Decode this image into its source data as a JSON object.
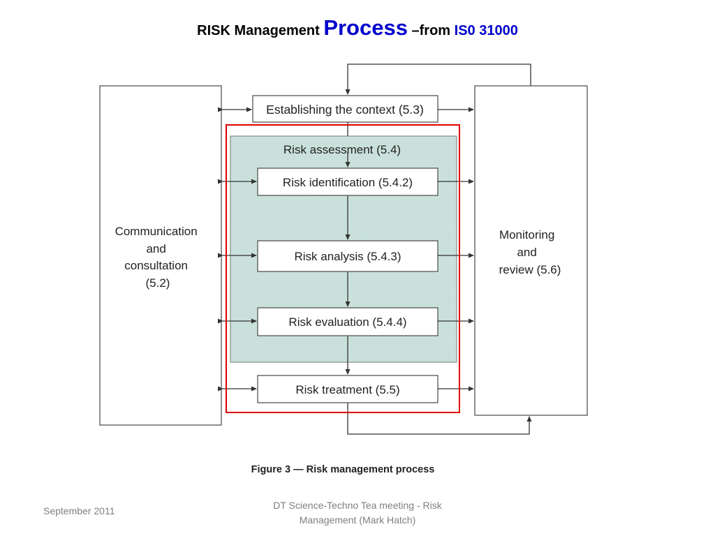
{
  "slide": {
    "title_part1": "RISK Management ",
    "title_part2": "Process",
    "title_part3": " –from ",
    "title_part4": "IS0 31000"
  },
  "diagram": {
    "box_context": "Establishing the context (5.3)",
    "assessment_label": "Risk assessment (5.4)",
    "box_identification": "Risk identification (5.4.2)",
    "box_analysis": "Risk analysis (5.4.3)",
    "box_evaluation": "Risk evaluation (5.4.4)",
    "box_treatment": "Risk treatment (5.5)",
    "communication_lines": [
      "Communication",
      "and",
      "consultation",
      "(5.2)"
    ],
    "monitoring_lines": [
      "Monitoring",
      "and",
      "review (5.6)"
    ],
    "caption": "Figure 3 — Risk management process"
  },
  "footer": {
    "date": "September 2011",
    "event_line1": "DT Science-Techno Tea meeting - Risk",
    "event_line2": "Management (Mark Hatch)"
  },
  "colors": {
    "title_accent": "#0000cc",
    "highlight_frame": "#e00000",
    "assessment_fill": "#d6e9e4",
    "box_border": "#555555"
  }
}
